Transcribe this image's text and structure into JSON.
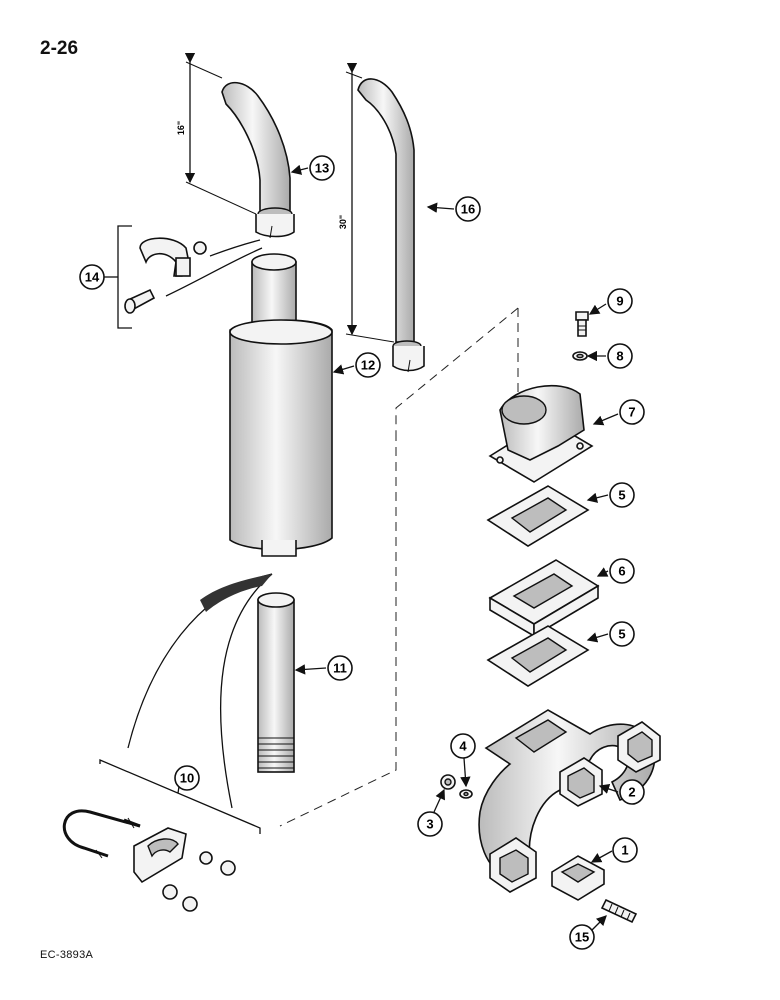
{
  "page_number": "2-26",
  "figure_code": "EC-3893A",
  "dimensions": {
    "short_stack": "16\"",
    "long_stack": "30\""
  },
  "callouts": [
    "1",
    "2",
    "3",
    "4",
    "5",
    "5",
    "6",
    "7",
    "8",
    "9",
    "10",
    "11",
    "12",
    "13",
    "14",
    "15",
    "16"
  ]
}
